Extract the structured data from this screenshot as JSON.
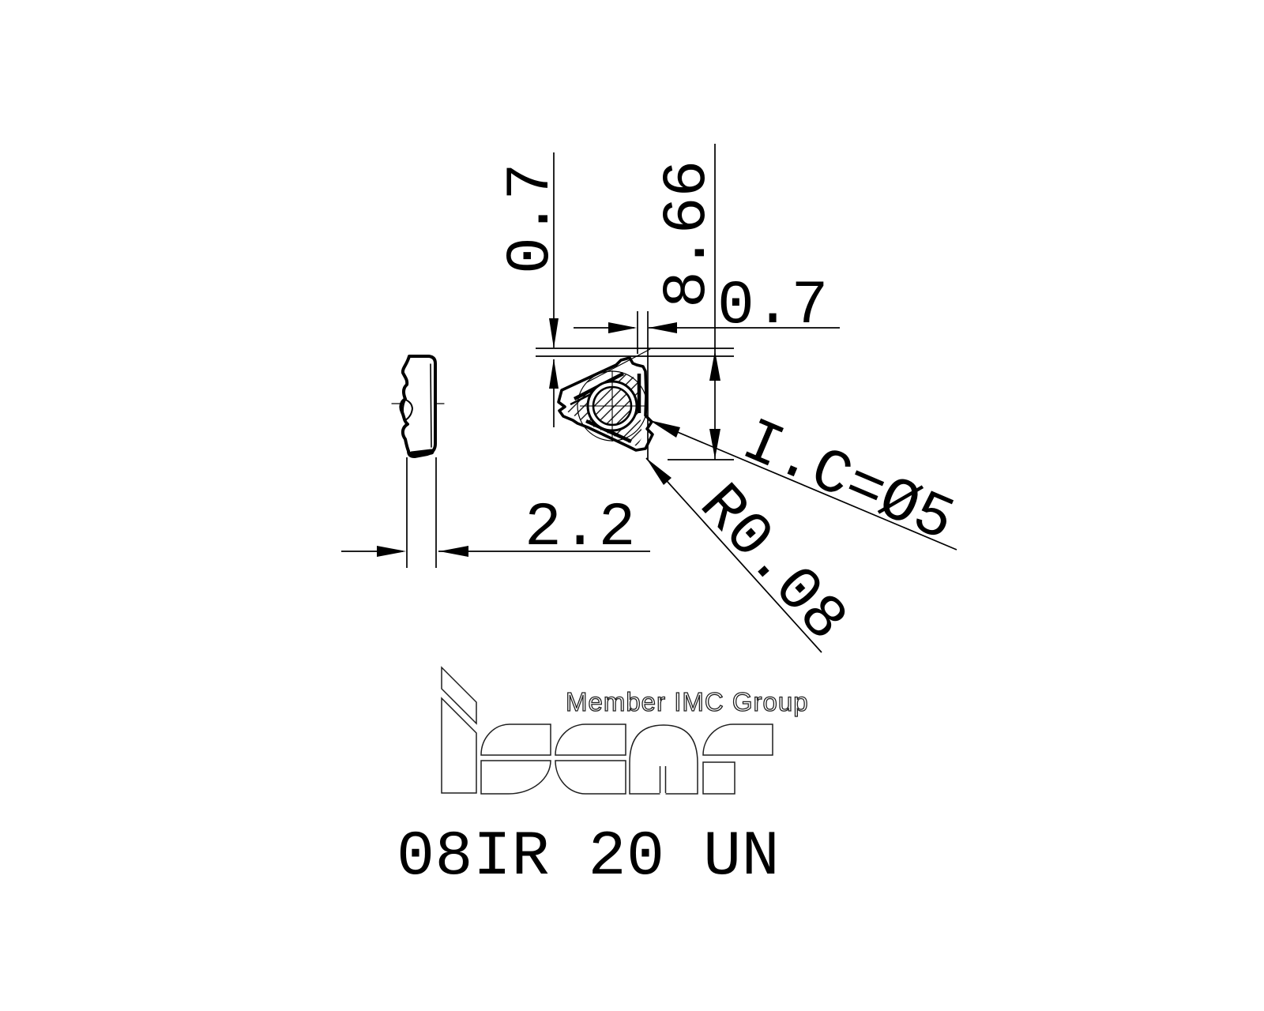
{
  "page": {
    "background": "#ffffff",
    "ink": "#000000",
    "kind": "technical drawing of a lay-down threading insert"
  },
  "dimensions": {
    "tooth_height_offset": "0.7",
    "insert_height": "8.66",
    "tooth_width_offset": "0.7",
    "insert_thickness": "2.2",
    "inscribed_circle": "I.C=Ø5",
    "nose_radius": "R0.08"
  },
  "branding": {
    "tagline": "Member IMC Group",
    "logo_word": "iscar"
  },
  "title_block": {
    "part_number": "08IR 20 UN"
  }
}
